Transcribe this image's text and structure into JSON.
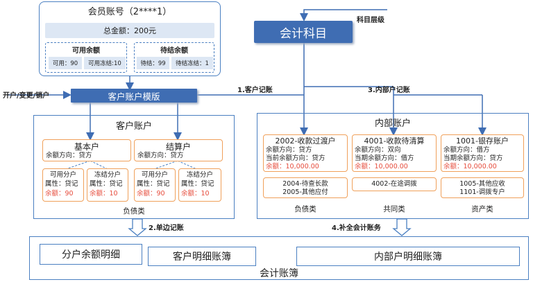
{
  "member": {
    "title": "会员账号（2****1）",
    "total": "总金额：200元",
    "available": {
      "title": "可用余额",
      "left": "可用：90",
      "right": "可用冻结:10"
    },
    "pending": {
      "title": "待结余额",
      "left": "待结：99",
      "right": "待结冻结：1"
    }
  },
  "accounting_subject": "会计科目",
  "subject_level": "科目层级",
  "template": "客户账户模版",
  "open_change_close": "开户/变更/销户",
  "step1": "1.客户记账",
  "step2": "2.单边记账",
  "step3": "3.内部户记账",
  "step4": "4.补全会计账务",
  "customer_account": {
    "title": "客户账户",
    "basic": {
      "name": "基本户",
      "direction": "余额方向：贷方"
    },
    "settlement": {
      "name": "结算户",
      "direction": "余额方向：贷方"
    },
    "subs": [
      {
        "name": "可用分户",
        "attr": "属性：贷记",
        "balance": "余额：90"
      },
      {
        "name": "冻结分户",
        "attr": "属性：贷记",
        "balance": "余额：10"
      },
      {
        "name": "可用分户",
        "attr": "属性：贷记",
        "balance": "余额：90"
      },
      {
        "name": "冻结分户",
        "attr": "属性：贷记",
        "balance": "余额：10"
      }
    ],
    "footer": "负债类"
  },
  "internal_account": {
    "title": "内部账户",
    "columns": [
      {
        "name": "2002-收款过渡户",
        "line1": "余额方向：贷方",
        "line2": "当前余额方向：贷方",
        "balance": "余额：10,000.00",
        "sub": [
          "2004-待查长款",
          "2005-其他应付"
        ],
        "footer": "负债类"
      },
      {
        "name": "4001-收款待清算",
        "line1": "余额方向：双向",
        "line2": "当期余额方向：借方",
        "balance": "余额：10,000.00",
        "sub": [
          "4002-在途调拨"
        ],
        "footer": "共同类"
      },
      {
        "name": "1001-银存账户",
        "line1": "余额方向：借方",
        "line2": "当期余额方向：贷方",
        "balance": "余额：10,000.00",
        "sub": [
          "1005-其他应收",
          "1101-调拨专户"
        ],
        "footer": "资产类"
      }
    ]
  },
  "ledger": {
    "title": "会计账簿",
    "items": [
      "分户余额明细",
      "客户明细账簿",
      "内部户明细账簿"
    ]
  },
  "colors": {
    "blue": "#3f6db3",
    "light_blue": "#dde7f4",
    "orange": "#f0a05a",
    "red": "#e64c3c",
    "border_blue": "#4a7fc1"
  }
}
